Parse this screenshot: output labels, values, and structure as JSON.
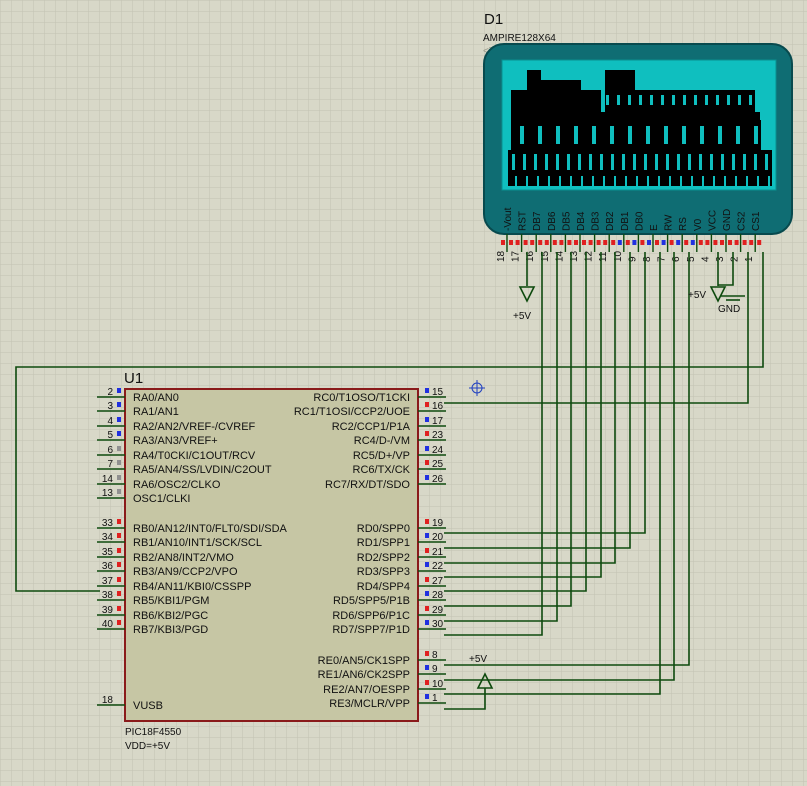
{
  "lcd": {
    "refdes": "D1",
    "part": "AMPIRE128X64",
    "text_placeholder": "<TEXT>",
    "pins": [
      {
        "name": "-Vout",
        "num": "18"
      },
      {
        "name": "RST",
        "num": "17"
      },
      {
        "name": "DB7",
        "num": "16"
      },
      {
        "name": "DB6",
        "num": "15"
      },
      {
        "name": "DB5",
        "num": "14"
      },
      {
        "name": "DB4",
        "num": "13"
      },
      {
        "name": "DB3",
        "num": "12"
      },
      {
        "name": "DB2",
        "num": "11"
      },
      {
        "name": "DB1",
        "num": "10"
      },
      {
        "name": "DB0",
        "num": "9"
      },
      {
        "name": "E",
        "num": "8"
      },
      {
        "name": "RW",
        "num": "7"
      },
      {
        "name": "RS",
        "num": "6"
      },
      {
        "name": "V0",
        "num": "5"
      },
      {
        "name": "VCC",
        "num": "4"
      },
      {
        "name": "GND",
        "num": "3"
      },
      {
        "name": "CS2",
        "num": "2"
      },
      {
        "name": "CS1",
        "num": "1"
      }
    ]
  },
  "mcu": {
    "refdes": "U1",
    "part": "PIC18F4550",
    "vdd": "VDD=+5V",
    "left_pins": [
      {
        "num": "2",
        "label": "RA0/AN0"
      },
      {
        "num": "3",
        "label": "RA1/AN1"
      },
      {
        "num": "4",
        "label": "RA2/AN2/VREF-/CVREF"
      },
      {
        "num": "5",
        "label": "RA3/AN3/VREF+"
      },
      {
        "num": "6",
        "label": "RA4/T0CKI/C1OUT/RCV"
      },
      {
        "num": "7",
        "label": "RA5/AN4/SS/LVDIN/C2OUT"
      },
      {
        "num": "14",
        "label": "RA6/OSC2/CLKO"
      },
      {
        "num": "13",
        "label": "OSC1/CLKI"
      },
      {
        "num": "33",
        "label": "RB0/AN12/INT0/FLT0/SDI/SDA"
      },
      {
        "num": "34",
        "label": "RB1/AN10/INT1/SCK/SCL"
      },
      {
        "num": "35",
        "label": "RB2/AN8/INT2/VMO"
      },
      {
        "num": "36",
        "label": "RB3/AN9/CCP2/VPO"
      },
      {
        "num": "37",
        "label": "RB4/AN11/KBI0/CSSPP"
      },
      {
        "num": "38",
        "label": "RB5/KBI1/PGM"
      },
      {
        "num": "39",
        "label": "RB6/KBI2/PGC"
      },
      {
        "num": "40",
        "label": "RB7/KBI3/PGD"
      },
      {
        "num": "18",
        "label": "VUSB"
      }
    ],
    "right_pins": [
      {
        "num": "15",
        "label": "RC0/T1OSO/T1CKI"
      },
      {
        "num": "16",
        "label": "RC1/T1OSI/CCP2/UOE"
      },
      {
        "num": "17",
        "label": "RC2/CCP1/P1A"
      },
      {
        "num": "23",
        "label": "RC4/D-/VM"
      },
      {
        "num": "24",
        "label": "RC5/D+/VP"
      },
      {
        "num": "25",
        "label": "RC6/TX/CK"
      },
      {
        "num": "26",
        "label": "RC7/RX/DT/SDO"
      },
      {
        "num": "19",
        "label": "RD0/SPP0"
      },
      {
        "num": "20",
        "label": "RD1/SPP1"
      },
      {
        "num": "21",
        "label": "RD2/SPP2"
      },
      {
        "num": "22",
        "label": "RD3/SPP3"
      },
      {
        "num": "27",
        "label": "RD4/SPP4"
      },
      {
        "num": "28",
        "label": "RD5/SPP5/P1B"
      },
      {
        "num": "29",
        "label": "RD6/SPP6/P1C"
      },
      {
        "num": "30",
        "label": "RD7/SPP7/P1D"
      },
      {
        "num": "8",
        "label": "RE0/AN5/CK1SPP"
      },
      {
        "num": "9",
        "label": "RE1/AN6/CK2SPP"
      },
      {
        "num": "10",
        "label": "RE2/AN7/OESPP"
      },
      {
        "num": "1",
        "label": "RE3/MCLR/VPP"
      }
    ]
  },
  "power": {
    "plus5_lcd": "+5V",
    "plus5_vcc": "+5V",
    "gnd": "GND",
    "plus5_mcu": "+5V"
  },
  "colors": {
    "background": "#d8d8c8",
    "grid": "#c2c2b2",
    "wire": "#0e4a0e",
    "ic_body": "#c6c6a4",
    "ic_border": "#8a1a1a",
    "lcd_bezel": "#0f6d73",
    "lcd_screen": "#0fbfbf",
    "pin_red": "#e02020",
    "pin_blue": "#2030e0",
    "pin_gray": "#909090"
  }
}
